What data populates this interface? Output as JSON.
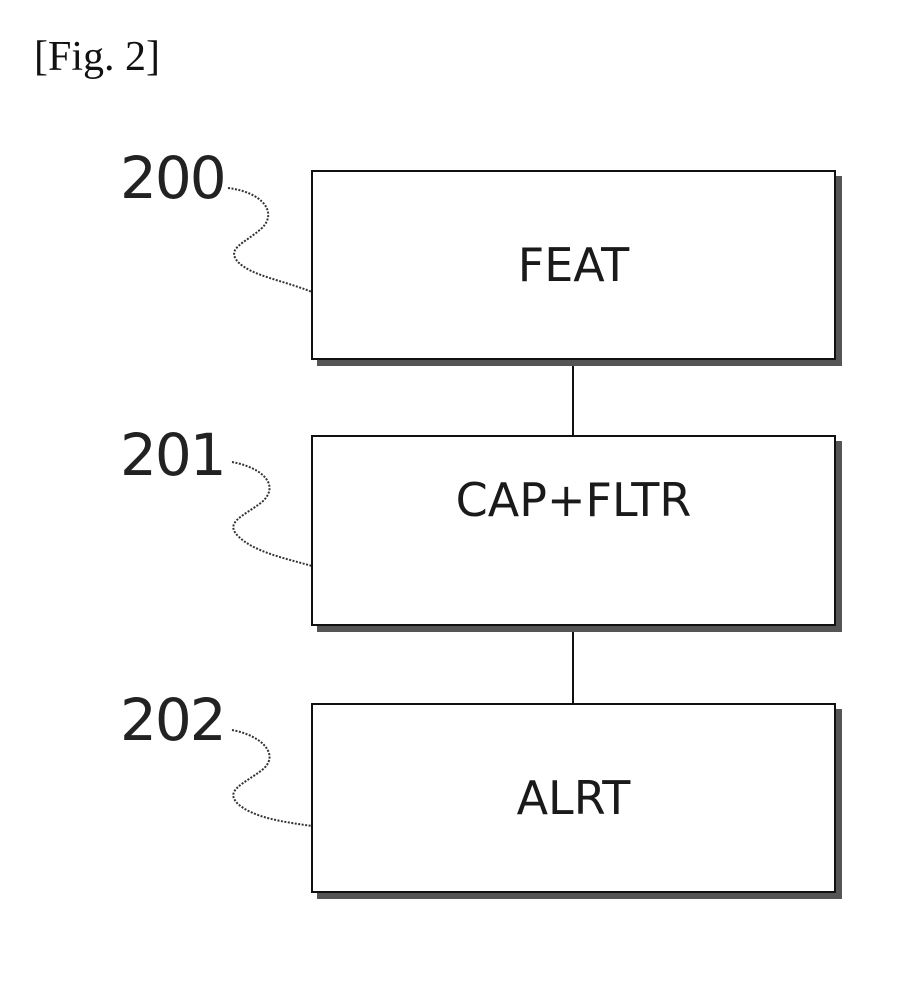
{
  "figure": {
    "label": "[Fig. 2]"
  },
  "blocks": [
    {
      "ref": "200",
      "label": "FEAT"
    },
    {
      "ref": "201",
      "label": "CAP+FLTR"
    },
    {
      "ref": "202",
      "label": "ALRT"
    }
  ],
  "colors": {
    "line": "#111111",
    "shadow": "#555555",
    "background": "#ffffff"
  }
}
